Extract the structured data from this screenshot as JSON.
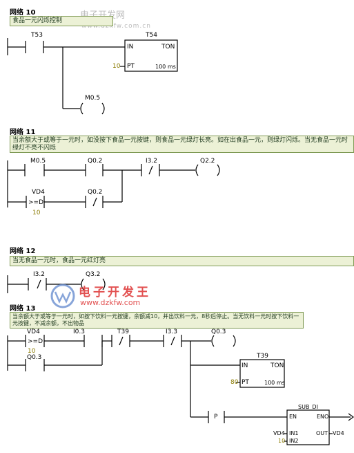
{
  "watermark_top": {
    "title": "电子开发网",
    "url": "www.dzkfw.com.cn"
  },
  "watermark_mid": {
    "title": "电子开发王",
    "url": "www.dzkfw.com"
  },
  "network10": {
    "title": "网络 10",
    "comment": "食品一元闪烁控制",
    "contact_t53": "T53",
    "timer_t54": {
      "name": "T54",
      "in_label": "IN",
      "type": "TON",
      "pt_label": "PT",
      "pt_value": "10",
      "unit": "100 ms"
    },
    "coil_m05": "M0.5"
  },
  "network11": {
    "title": "网络 11",
    "comment": "当余额大于或等于一元时，如没按下食品一元按键，则食品一元绿灯长亮。如在出食品一元，则绿灯闪烁。当无食品一元时绿灯不亮不闪烁",
    "contact_m05": "M0.5",
    "contact_q02": "Q0.2",
    "contact_i32": "I3.2",
    "coil_q22": "Q2.2",
    "compare_vd4": "VD4",
    "compare_op": ">=D",
    "compare_value": "10",
    "contact_q02_b": "Q0.2",
    "not_glyph": "/"
  },
  "network12": {
    "title": "网络 12",
    "comment": "当无食品一元时，食品一元红灯亮",
    "contact_i32": "I3.2",
    "coil_q32": "Q3.2"
  },
  "network13": {
    "title": "网络 13",
    "comment": "当余额大于或等于一元时，如按下饮料一元按键，余额减10，并出饮料一元，8秒后停止。当无饮料一元时按下饮料一元按键，不减余额，不出物品",
    "compare_vd4": "VD4",
    "compare_op": ">=D",
    "compare_value": "10",
    "contact_i03": "I0.3",
    "contact_t39": "T39",
    "contact_i33": "I3.3",
    "coil_q03": "Q0.3",
    "contact_q03": "Q0.3",
    "timer_t39": {
      "name": "T39",
      "in_label": "IN",
      "type": "TON",
      "pt_label": "PT",
      "pt_value": "80",
      "unit": "100 ms"
    },
    "p_label": "P",
    "sub": {
      "name": "SUB_DI",
      "en": "EN",
      "eno": "ENO",
      "in1": "IN1",
      "in2": "IN2",
      "out": "OUT",
      "in1_val": "VD4",
      "in2_val": "10",
      "out_val": "VD4"
    }
  }
}
